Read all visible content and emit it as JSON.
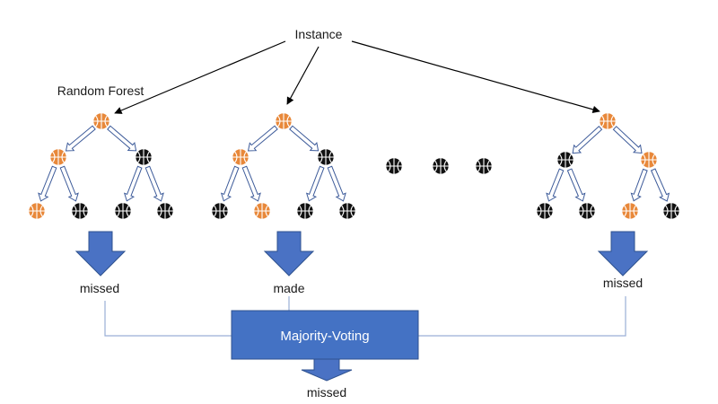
{
  "instance_label": "Instance",
  "forest_label": "Random Forest",
  "voting_label": "Majority-Voting",
  "final_result": "missed",
  "colors": {
    "orange_ball": "#e8883a",
    "black_ball": "#111111",
    "big_arrow": "#4a72c4",
    "big_arrow_stroke": "#2f528f",
    "voting_box": "#4472c4",
    "connector": "#9aafd6",
    "small_arrow": "#3c5a99"
  },
  "trees": [
    {
      "result": "missed",
      "root": "orange",
      "internal": [
        "orange",
        "black"
      ],
      "leaves": [
        "orange",
        "black",
        "black",
        "black"
      ]
    },
    {
      "result": "made",
      "root": "orange",
      "internal": [
        "orange",
        "black"
      ],
      "leaves": [
        "black",
        "orange",
        "black",
        "black"
      ]
    },
    {
      "result": "missed",
      "root": "orange",
      "internal": [
        "black",
        "orange"
      ],
      "leaves": [
        "black",
        "black",
        "orange",
        "black"
      ]
    }
  ],
  "ellipsis_balls": [
    "black",
    "black",
    "black"
  ]
}
